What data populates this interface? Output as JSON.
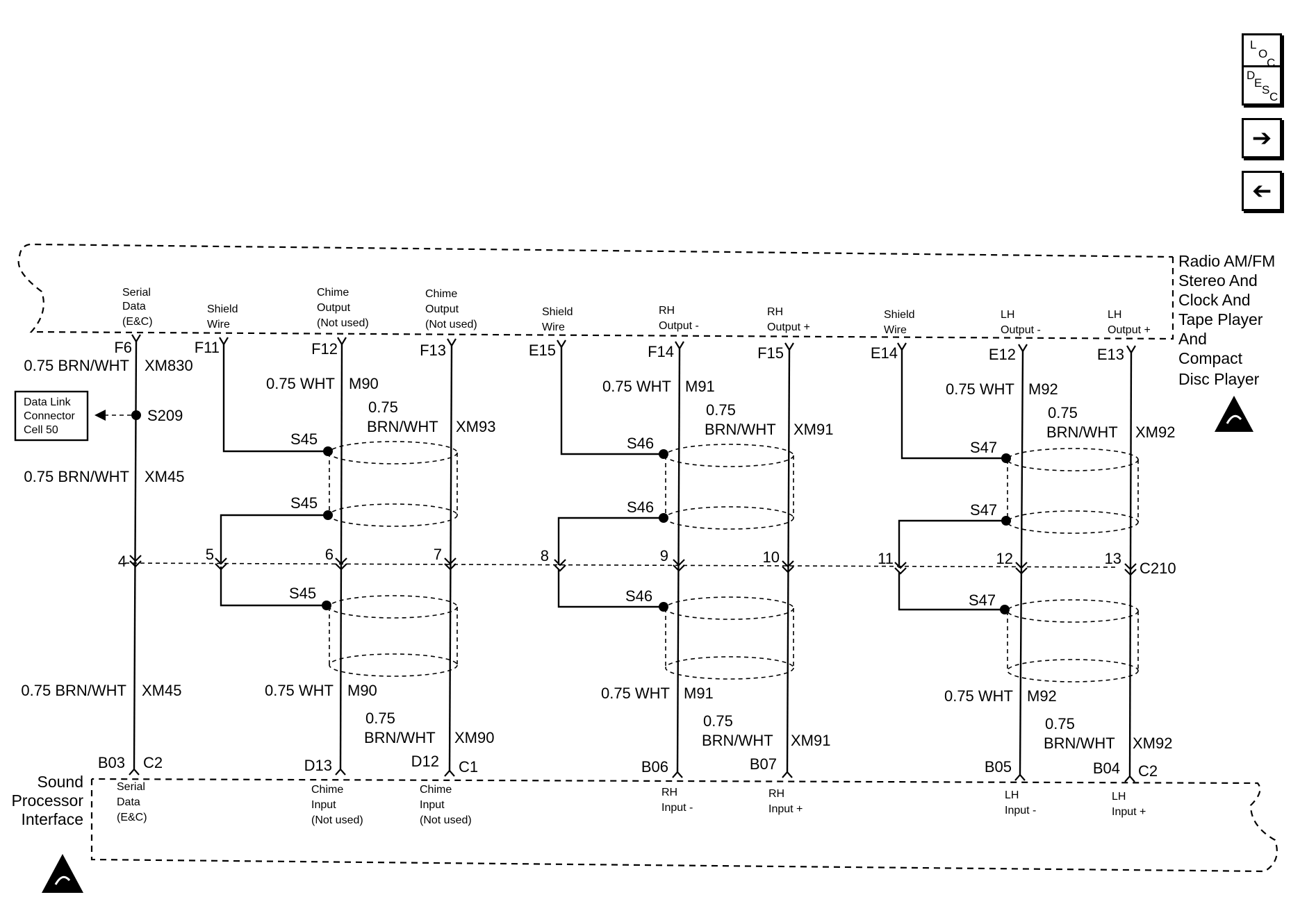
{
  "nav": {
    "loc": [
      "L",
      "O",
      "C"
    ],
    "desc": [
      "D",
      "E",
      "S",
      "C"
    ],
    "forward_icon": "right-arrow-icon",
    "back_icon": "left-arrow-icon"
  },
  "radio": {
    "title_lines": [
      "Radio AM/FM",
      "Stereo And",
      "Clock And",
      "Tape Player",
      "And",
      "Compact",
      "Disc Player"
    ],
    "esd_icon": "esd-sensitive-icon"
  },
  "sound_processor": {
    "title_lines": [
      "Sound",
      "Processor",
      "Interface"
    ],
    "esd_icon": "esd-sensitive-icon"
  },
  "data_link": {
    "lines": [
      "Data Link",
      "Connector",
      "Cell 50"
    ],
    "splice": "S209"
  },
  "connector_c210": "C210",
  "circuits": [
    {
      "top_pin": "F6",
      "top_label": [
        "Serial",
        "Data",
        "(E&C)"
      ],
      "wire_top": [
        "0.75 BRN/WHT",
        "XM830"
      ],
      "wire_mid": [
        "0.75 BRN/WHT",
        "XM45"
      ],
      "c210_pin": "4",
      "wire_bottom": [
        "0.75 BRN/WHT",
        "XM45"
      ],
      "bottom_pin": "B03",
      "bottom_conn": "C2",
      "bottom_label": [
        "Serial",
        "Data",
        "(E&C)"
      ]
    },
    {
      "top_pin": "F11",
      "top_label": [
        "Shield",
        "Wire"
      ],
      "c210_pin": "5"
    },
    {
      "top_pin": "F12",
      "top_label": [
        "Chime",
        "Output",
        "(Not used)"
      ],
      "wire_top": [
        "0.75 WHT",
        "M90"
      ],
      "c210_pin": "6",
      "wire_bottom": [
        "0.75 WHT",
        "M90"
      ],
      "bottom_pin": "D13",
      "bottom_label": [
        "Chime",
        "Input",
        "(Not used)"
      ]
    },
    {
      "top_pin": "F13",
      "top_label": [
        "Chime",
        "Output",
        "(Not used)"
      ],
      "wire_top": [
        "0.75",
        "BRN/WHT",
        "XM93"
      ],
      "c210_pin": "7",
      "wire_bottom": [
        "0.75",
        "BRN/WHT",
        "XM90"
      ],
      "bottom_pin": "D12",
      "bottom_conn": "C1",
      "bottom_label": [
        "Chime",
        "Input",
        "(Not used)"
      ]
    },
    {
      "top_pin": "E15",
      "top_label": [
        "Shield",
        "Wire"
      ],
      "c210_pin": "8"
    },
    {
      "top_pin": "F14",
      "top_label": [
        "RH",
        "Output -"
      ],
      "wire_top": [
        "0.75 WHT",
        "M91"
      ],
      "c210_pin": "9",
      "wire_bottom": [
        "0.75 WHT",
        "M91"
      ],
      "bottom_pin": "B06",
      "bottom_label": [
        "RH",
        "Input -"
      ]
    },
    {
      "top_pin": "F15",
      "top_label": [
        "RH",
        "Output +"
      ],
      "wire_top": [
        "0.75",
        "BRN/WHT",
        "XM91"
      ],
      "c210_pin": "10",
      "wire_bottom": [
        "0.75",
        "BRN/WHT",
        "XM91"
      ],
      "bottom_pin": "B07",
      "bottom_label": [
        "RH",
        "Input +"
      ]
    },
    {
      "top_pin": "E14",
      "top_label": [
        "Shield",
        "Wire"
      ],
      "c210_pin": "11"
    },
    {
      "top_pin": "E12",
      "top_label": [
        "LH",
        "Output -"
      ],
      "wire_top": [
        "0.75 WHT",
        "M92"
      ],
      "c210_pin": "12",
      "wire_bottom": [
        "0.75 WHT",
        "M92"
      ],
      "bottom_pin": "B05",
      "bottom_label": [
        "LH",
        "Input -"
      ]
    },
    {
      "top_pin": "E13",
      "top_label": [
        "LH",
        "Output +"
      ],
      "wire_top": [
        "0.75",
        "BRN/WHT",
        "XM92"
      ],
      "c210_pin": "13",
      "wire_bottom": [
        "0.75",
        "BRN/WHT",
        "XM92"
      ],
      "bottom_pin": "B04",
      "bottom_conn": "C2",
      "bottom_label": [
        "LH",
        "Input +"
      ]
    }
  ],
  "splices": [
    "S45",
    "S45",
    "S45",
    "S46",
    "S46",
    "S46",
    "S47",
    "S47",
    "S47"
  ]
}
